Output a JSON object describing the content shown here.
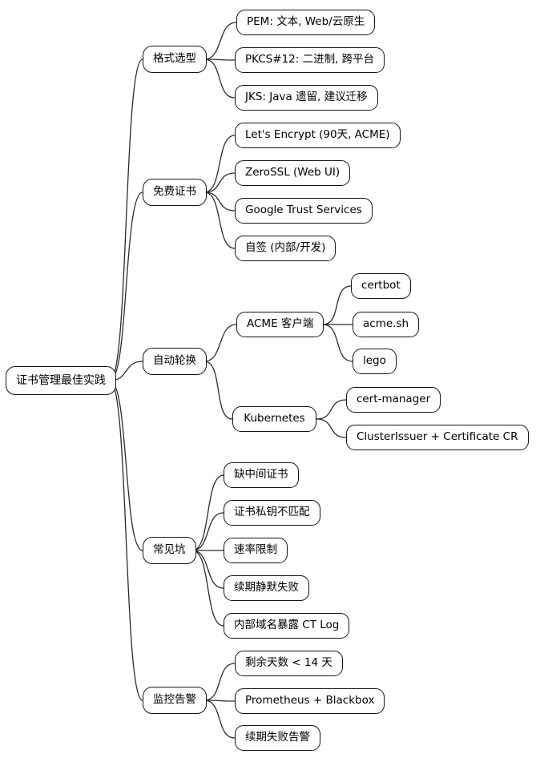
{
  "diagram": {
    "type": "mindmap",
    "title": "证书管理最佳实践"
  },
  "colors": {
    "background": "#ffffff",
    "node_fill": "#ffffff",
    "node_border": "#141414",
    "edge_line": "#2b2b2b",
    "text": "#000000"
  },
  "nodes": {
    "root": {
      "label": "证书管理最佳实践"
    },
    "format": {
      "label": "格式选型"
    },
    "pem": {
      "label": "PEM: 文本, Web/云原生"
    },
    "pkcs12": {
      "label": "PKCS#12: 二进制, 跨平台"
    },
    "jks": {
      "label": "JKS: Java 遗留, 建议迁移"
    },
    "free": {
      "label": "免费证书"
    },
    "letsencrypt": {
      "label": "Let's Encrypt (90天, ACME)"
    },
    "zerossl": {
      "label": "ZeroSSL (Web UI)"
    },
    "google": {
      "label": "Google Trust Services"
    },
    "selfsigned": {
      "label": "自签 (内部/开发)"
    },
    "rotation": {
      "label": "自动轮换"
    },
    "acmeclients": {
      "label": "ACME 客户端"
    },
    "certbot": {
      "label": "certbot"
    },
    "acmesh": {
      "label": "acme.sh"
    },
    "lego": {
      "label": "lego"
    },
    "kubernetes": {
      "label": "Kubernetes"
    },
    "certmanager": {
      "label": "cert-manager"
    },
    "clusterissuer": {
      "label": "ClusterIssuer + Certificate CR"
    },
    "pitfalls": {
      "label": "常见坑"
    },
    "missingchain": {
      "label": "缺中间证书"
    },
    "keymismatch": {
      "label": "证书私钥不匹配"
    },
    "ratelimit": {
      "label": "速率限制"
    },
    "silentfail": {
      "label": "续期静默失败"
    },
    "ctlog": {
      "label": "内部域名暴露 CT Log"
    },
    "monitoring": {
      "label": "监控告警"
    },
    "daysleft": {
      "label": "剩余天数 < 14 天"
    },
    "prometheus": {
      "label": "Prometheus + Blackbox"
    },
    "renewalert": {
      "label": "续期失败告警"
    }
  }
}
